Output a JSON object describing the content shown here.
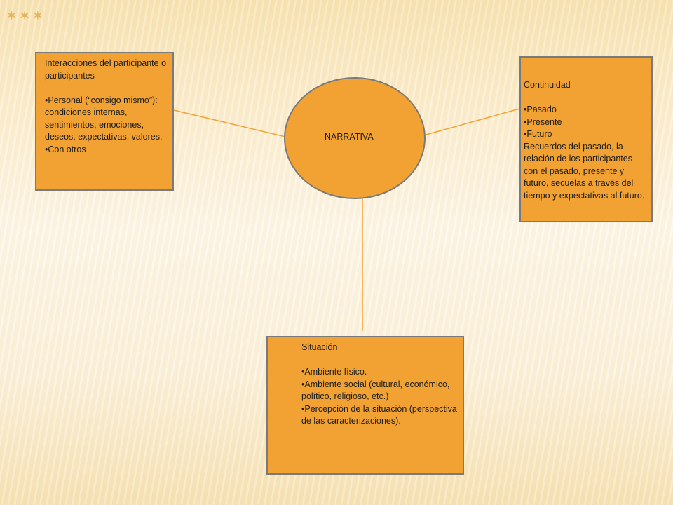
{
  "center": {
    "label": "NARRATIVA"
  },
  "left_box": {
    "title": "Interacciones del participante o participantes",
    "items": [
      "•Personal (“consigo mismo”): condiciones internas, sentimientos, emociones, deseos, expectativas, valores.",
      "•Con otros"
    ]
  },
  "right_box": {
    "title": "Continuidad",
    "items": [
      "•Pasado",
      "•Presente",
      "•Futuro"
    ],
    "description": "Recuerdos del pasado, la relación de los participantes con el pasado, presente y futuro, secuelas a través del tiempo y expectativas al futuro."
  },
  "bottom_box": {
    "title": "Situación",
    "items": [
      "•Ambiente físico.",
      "•Ambiente social (cultural, económico, político, religioso, etc.)",
      "•Percepción de la situación (perspectiva de las caracterizaciones)."
    ]
  },
  "colors": {
    "box_fill": "#f1a232",
    "box_border": "#7a7a7a",
    "connector": "#f1a232",
    "background": "#fbf2dc"
  },
  "decoration": {
    "icon": "stars-icon"
  }
}
